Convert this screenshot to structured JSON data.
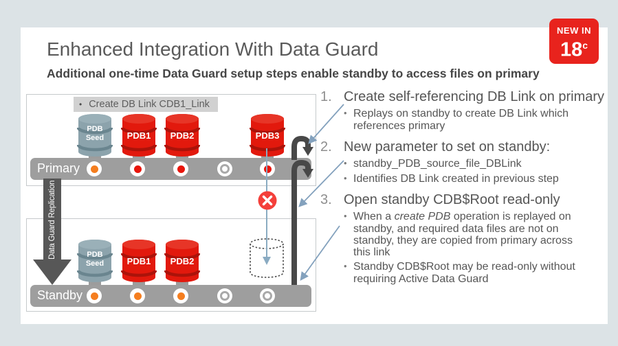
{
  "title": "Enhanced Integration With Data Guard",
  "subtitle": "Additional one-time Data Guard setup steps enable standby to access files on primary",
  "badge": {
    "line1": "NEW IN",
    "big": "18",
    "sup": "c"
  },
  "diagram": {
    "link_label": "Create DB Link CDB1_Link",
    "replication_label": "Data Guard Replication",
    "primary": {
      "label": "Primary",
      "pdbs": [
        "PDB Seed",
        "PDB1",
        "PDB2",
        "PDB3"
      ],
      "dots": [
        "orange",
        "red",
        "red",
        "empty",
        "red"
      ]
    },
    "standby": {
      "label": "Standby",
      "pdbs": [
        "PDB Seed",
        "PDB1",
        "PDB2"
      ],
      "dots": [
        "orange",
        "orange",
        "orange",
        "empty",
        "empty"
      ]
    }
  },
  "steps": [
    {
      "num": "1.",
      "title": "Create self-referencing DB Link on primary",
      "bullets": [
        {
          "text": "Replays on standby to create DB Link which references primary"
        }
      ]
    },
    {
      "num": "2.",
      "title": "New parameter to set on standby:",
      "bullets": [
        {
          "text": "standby_PDB_source_file_DBLink"
        },
        {
          "text": "Identifies DB Link created in previous step"
        }
      ]
    },
    {
      "num": "3.",
      "title": "Open standby CDB$Root read-only",
      "bullets": [
        {
          "pre": "When a ",
          "em": "create PDB",
          "post": " operation is replayed on standby, and required data files are not on standby, they are copied from primary across this link"
        },
        {
          "text": "Standby CDB$Root may be read-only without requiring Active Data Guard"
        }
      ]
    }
  ],
  "colors": {
    "page_bg": "#dce3e6",
    "badge_red": "#e8231d",
    "pdb_red": "#e2190d",
    "pdb_seed_gray": "#8ca3ac",
    "bar_gray": "#9e9e9e",
    "replication_arrow": "#575757",
    "db_link_line": "#484848",
    "annotation_blue": "#83a1bd",
    "copy_line_blue": "#8aabc2",
    "error_red": "#f4403b",
    "dot_orange": "#f57e1f",
    "dot_red": "#e8150b"
  }
}
